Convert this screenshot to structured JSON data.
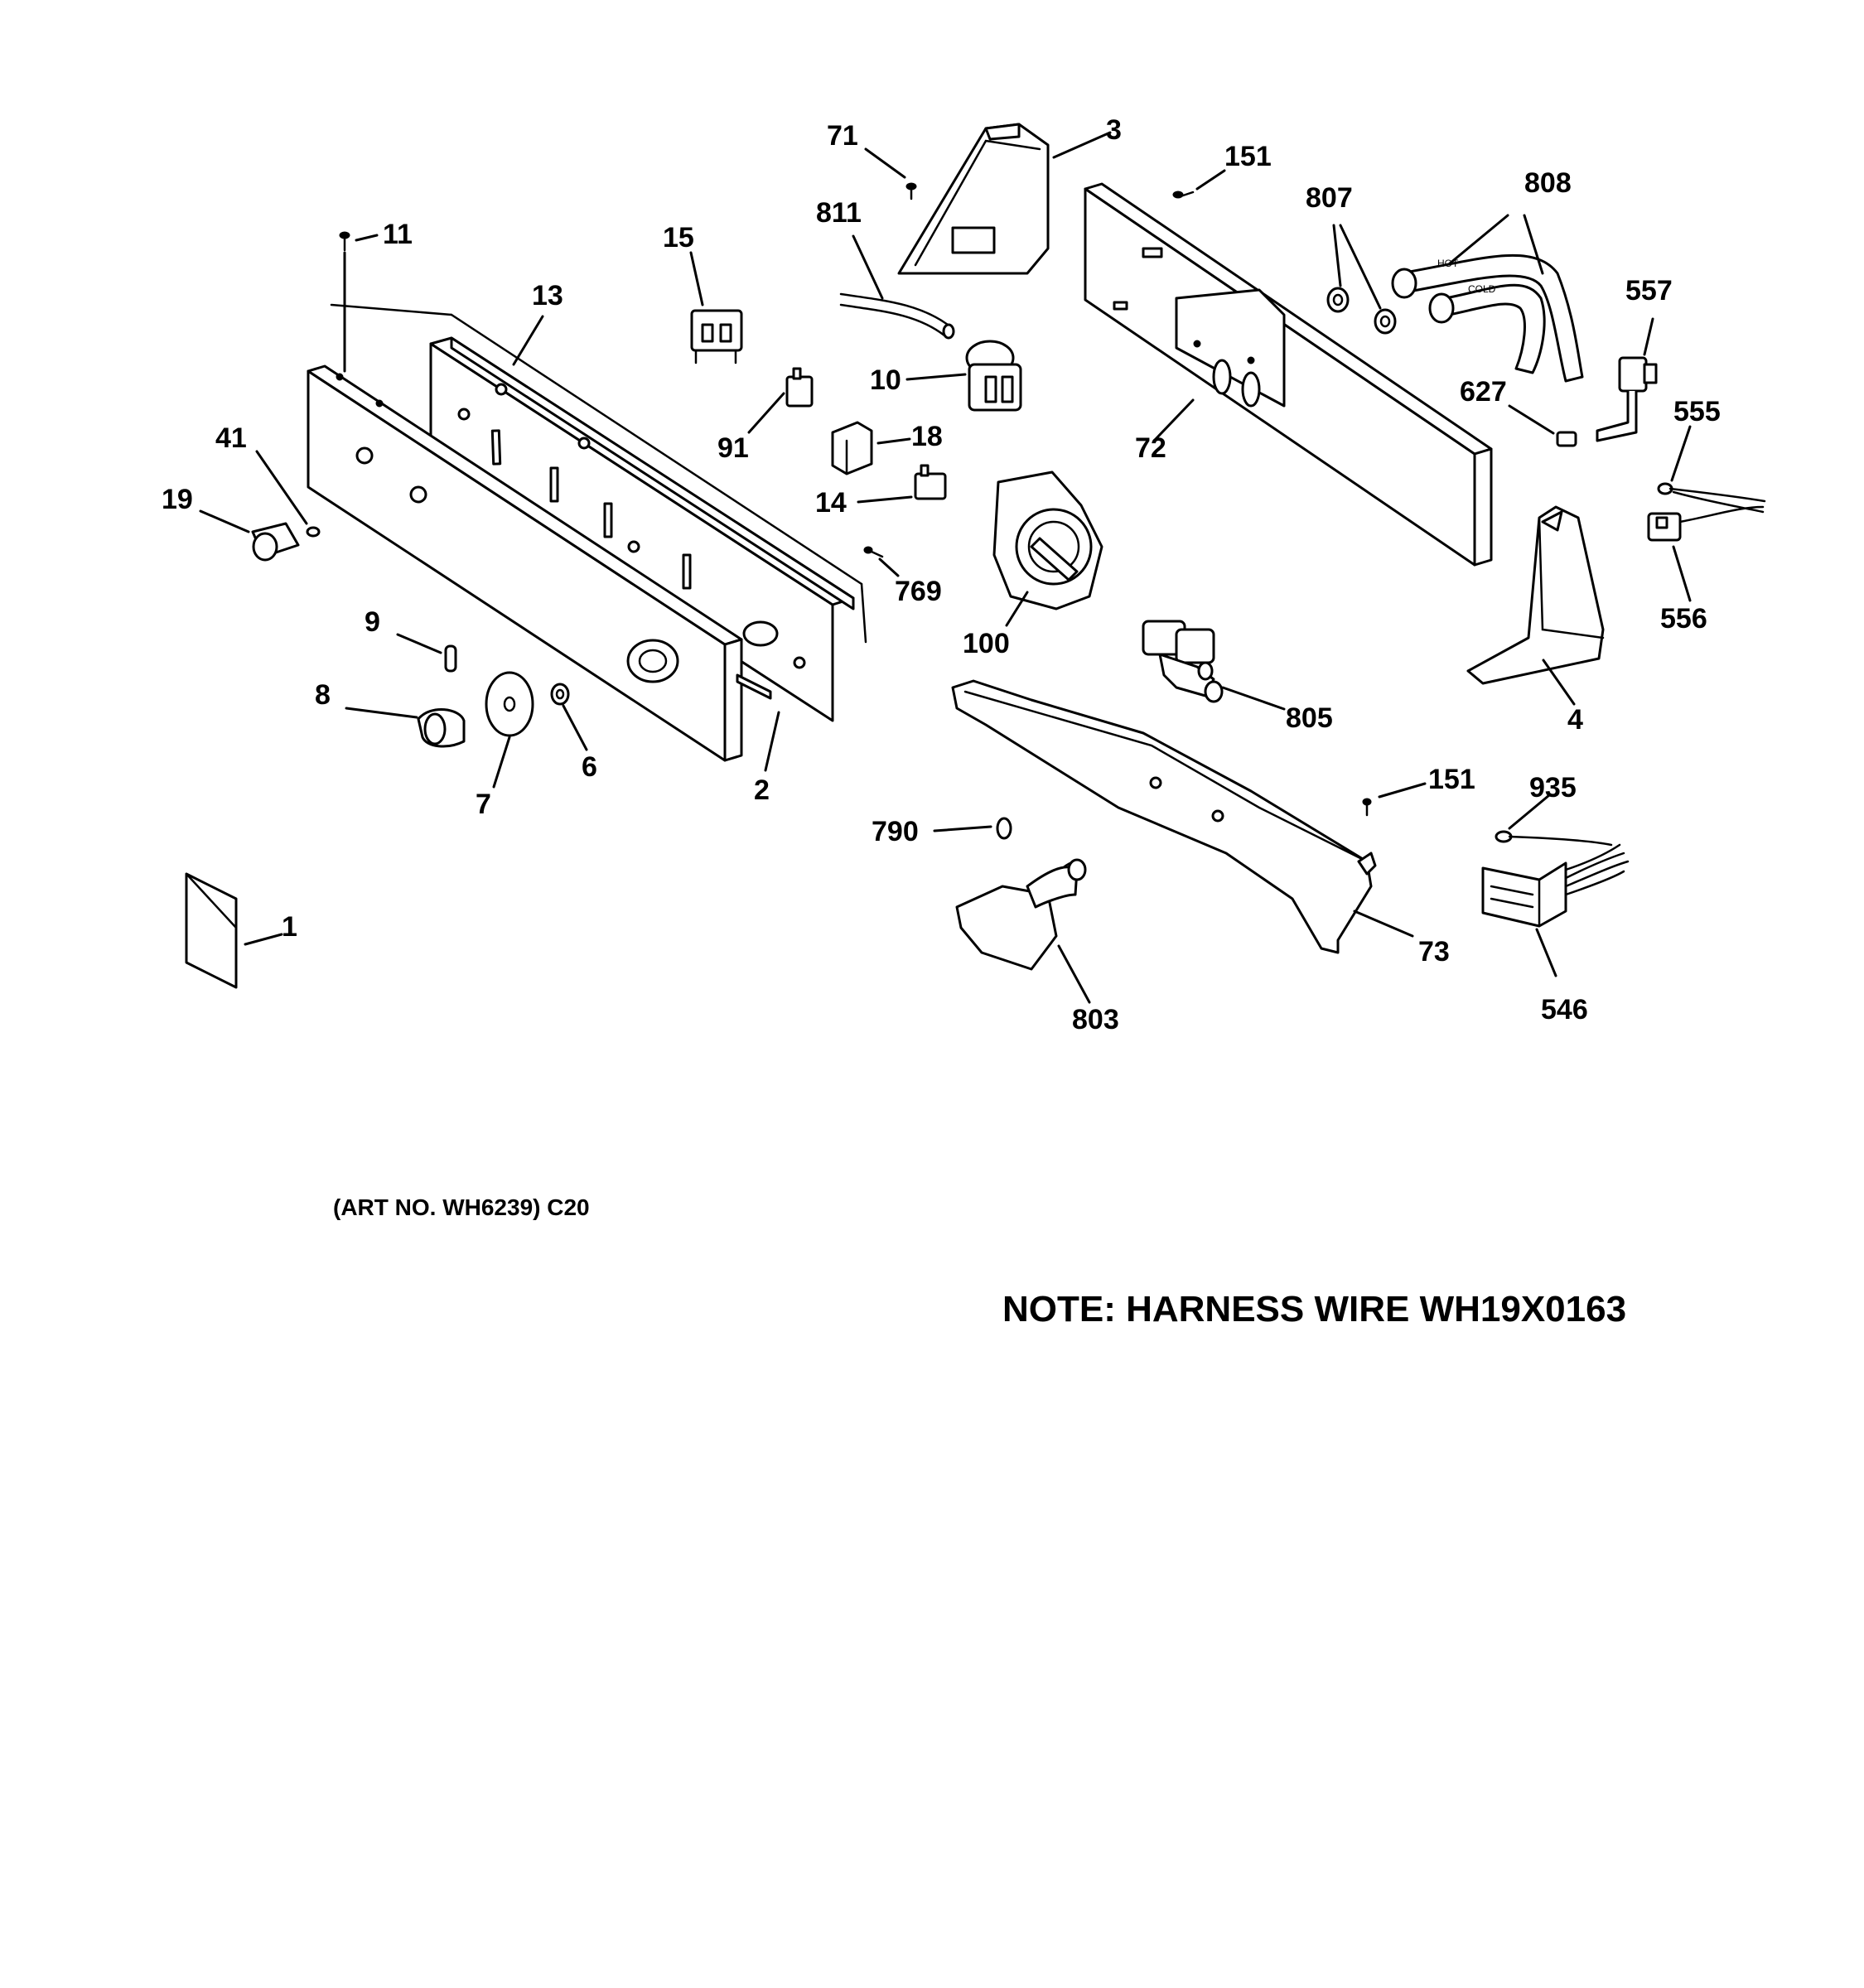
{
  "callouts": {
    "c1": "1",
    "c2": "2",
    "c3": "3",
    "c4": "4",
    "c6": "6",
    "c7": "7",
    "c8": "8",
    "c9": "9",
    "c10": "10",
    "c11": "11",
    "c13": "13",
    "c14": "14",
    "c15": "15",
    "c18": "18",
    "c19": "19",
    "c41": "41",
    "c71": "71",
    "c72": "72",
    "c73": "73",
    "c91": "91",
    "c100": "100",
    "c151a": "151",
    "c151b": "151",
    "c546": "546",
    "c555": "555",
    "c556": "556",
    "c557": "557",
    "c627": "627",
    "c769": "769",
    "c790": "790",
    "c803": "803",
    "c805": "805",
    "c807": "807",
    "c808": "808",
    "c811": "811",
    "c935": "935"
  },
  "hose_labels": {
    "hot": "HOT",
    "cold": "COLD"
  },
  "art_no": "(ART NO. WH6239) C20",
  "note": "NOTE: HARNESS WIRE WH19X0163"
}
